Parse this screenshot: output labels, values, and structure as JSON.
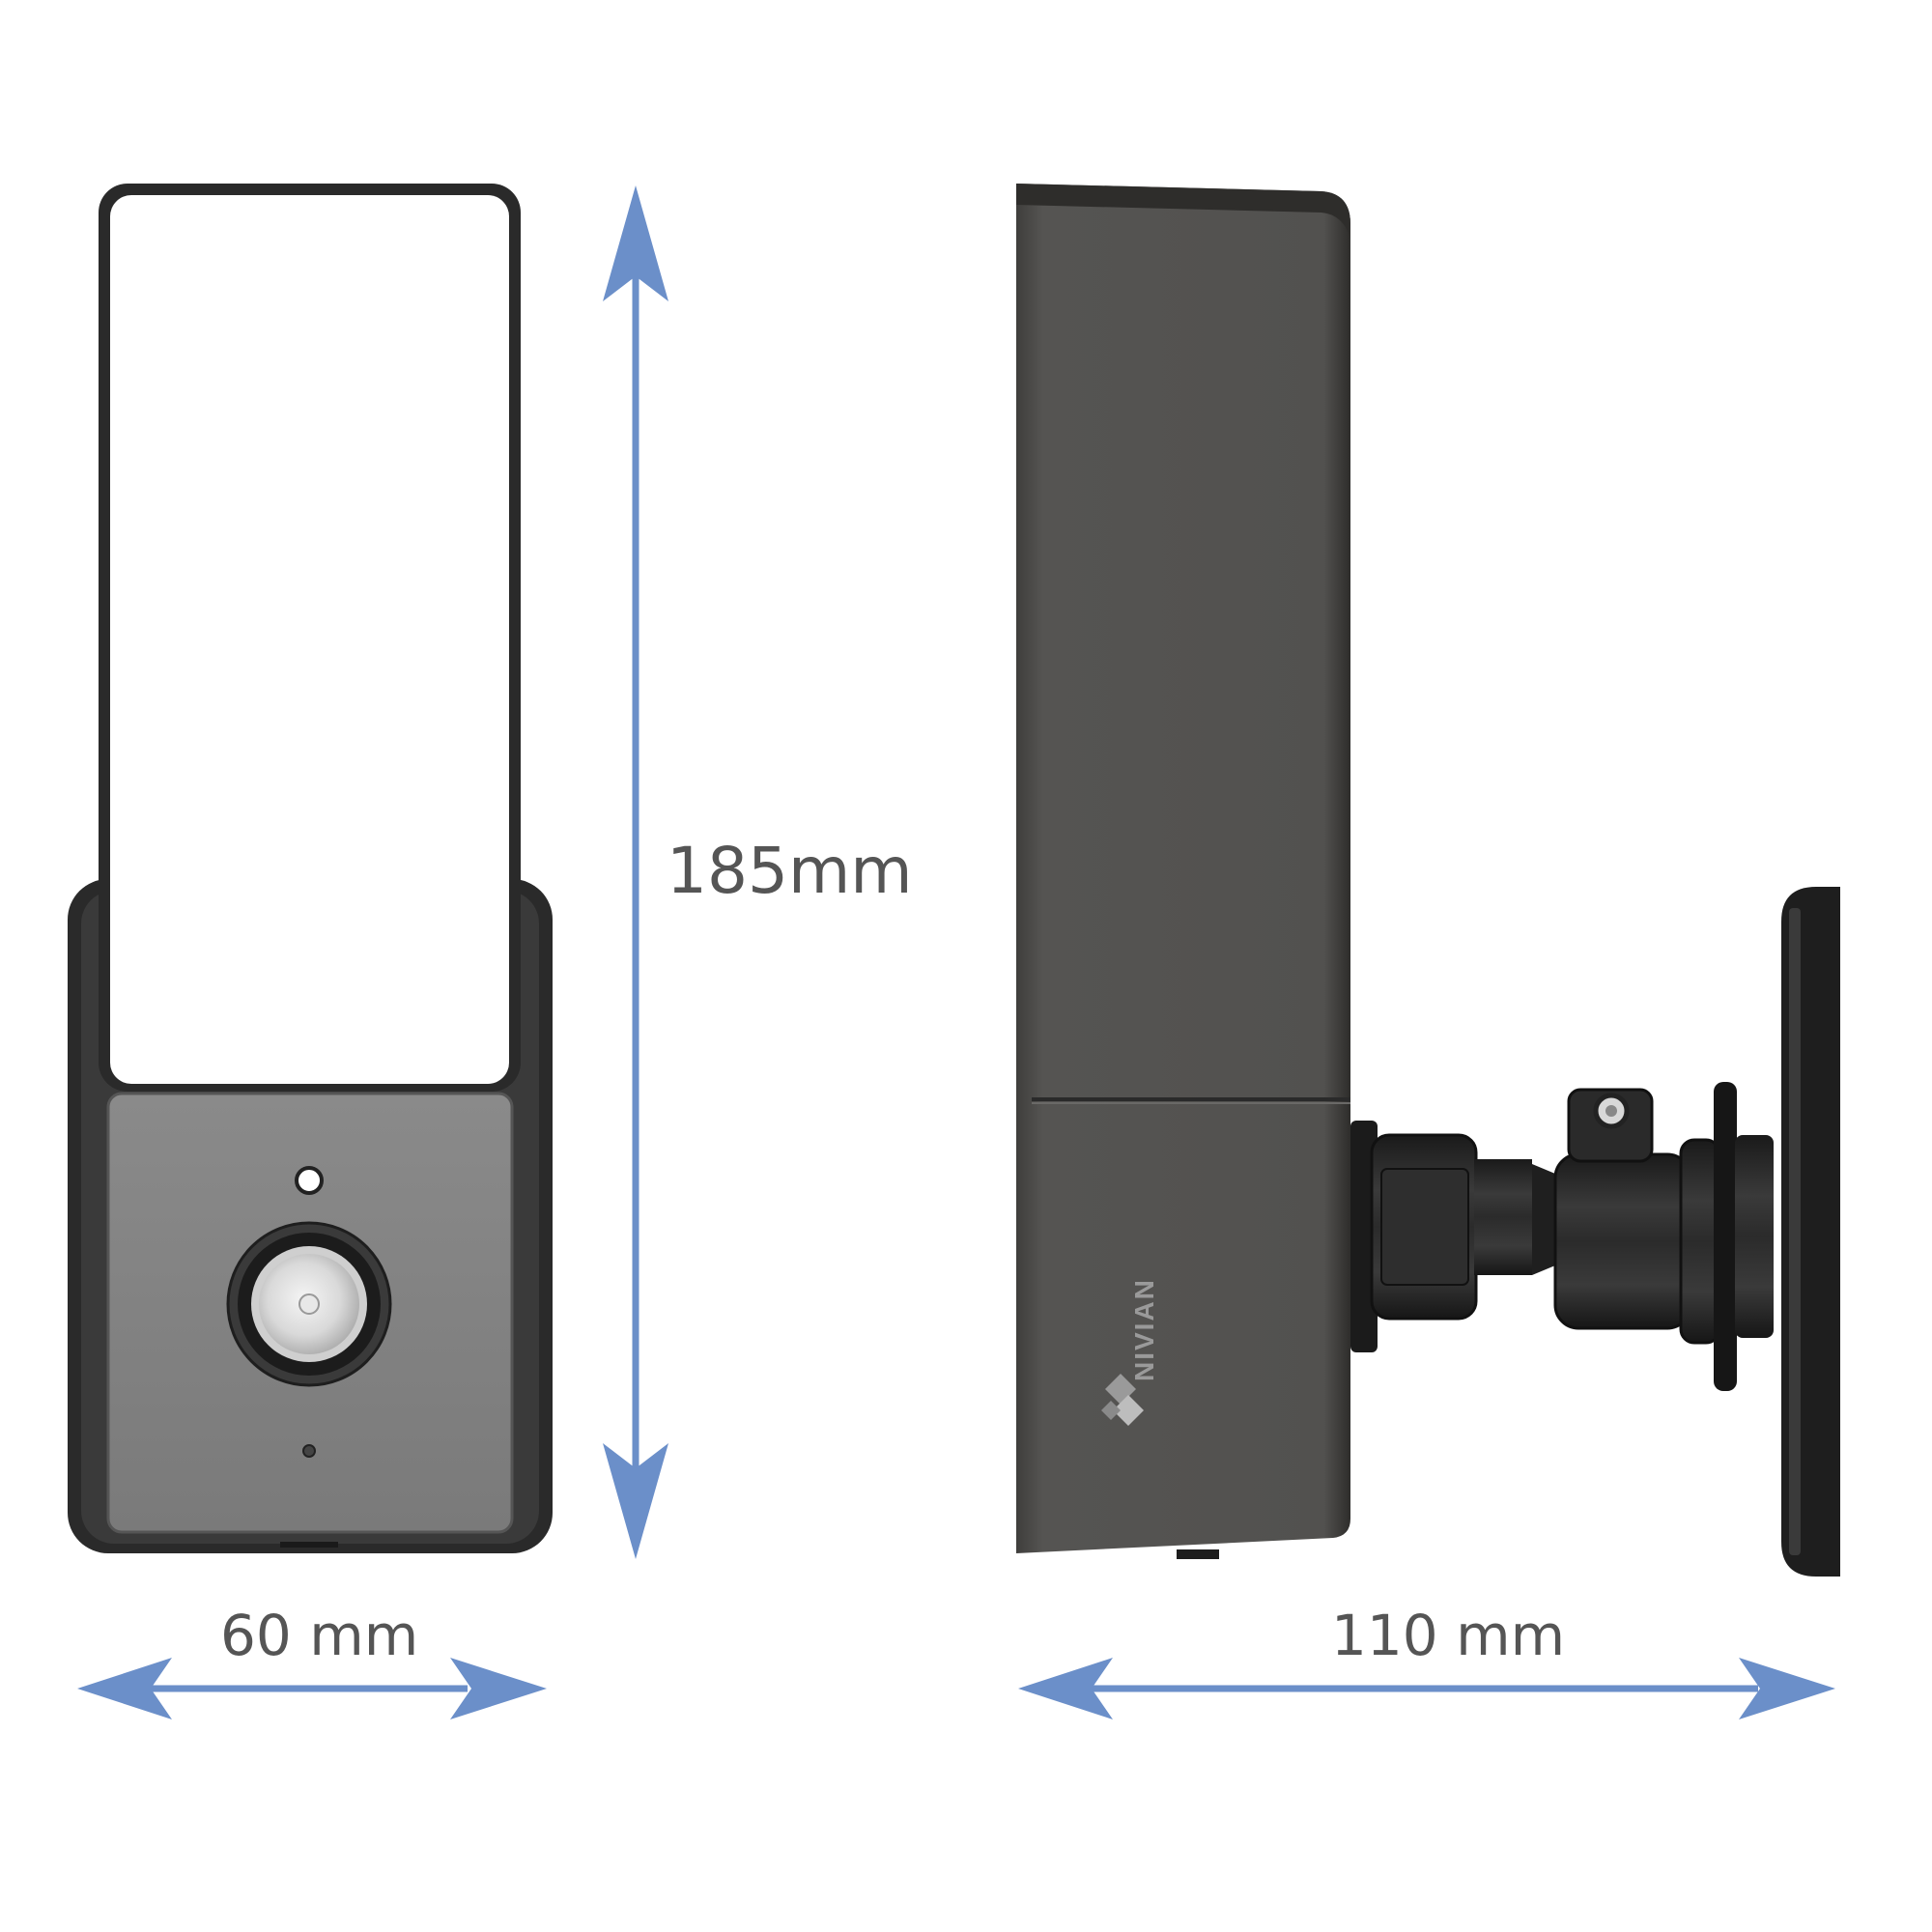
{
  "dimensions": {
    "height": {
      "value": 185,
      "label": "185mm"
    },
    "front_width": {
      "value": 60,
      "label": "60 mm"
    },
    "side_depth": {
      "value": 110,
      "label": "110 mm"
    }
  },
  "brand": {
    "logo_text": "NIVIAN"
  },
  "colors": {
    "arrow": "#6b8fc9",
    "body_dark": "#2a2a2a",
    "body_side": "#4f4e4c",
    "face_grey": "#808080",
    "lamp_panel": "#ffffff",
    "label_text": "#555555"
  }
}
